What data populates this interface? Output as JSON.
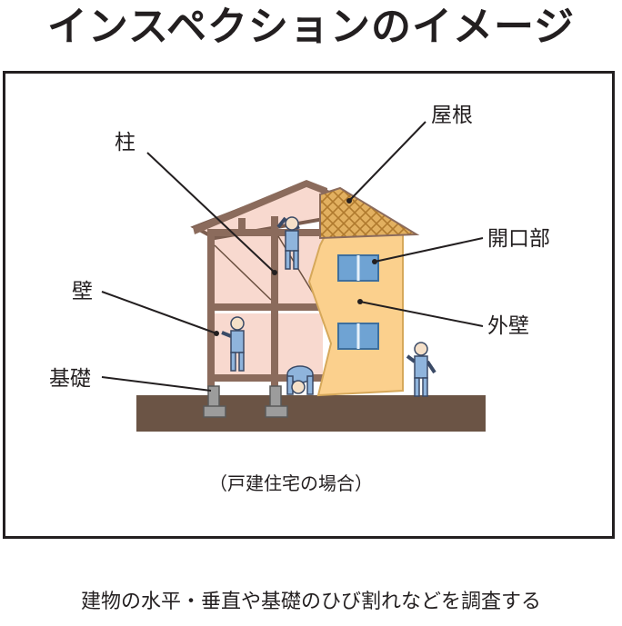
{
  "title": "インスペクションのイメージ",
  "labels": {
    "pillar": "柱",
    "roof": "屋根",
    "opening": "開口部",
    "wall": "壁",
    "exterior_wall": "外壁",
    "foundation": "基礎"
  },
  "caption": "（戸建住宅の場合）",
  "description": "建物の水平・垂直や基礎のひび割れなどを調査する",
  "colors": {
    "frame": "#231f20",
    "timber": "#8b6b5c",
    "interior_wall": "#f8d9cf",
    "exterior_wall": "#fbd08d",
    "roof_tile": "#d9a350",
    "window": "#6fa3d3",
    "ground": "#6b5445",
    "worker": "#8fb4dc"
  }
}
